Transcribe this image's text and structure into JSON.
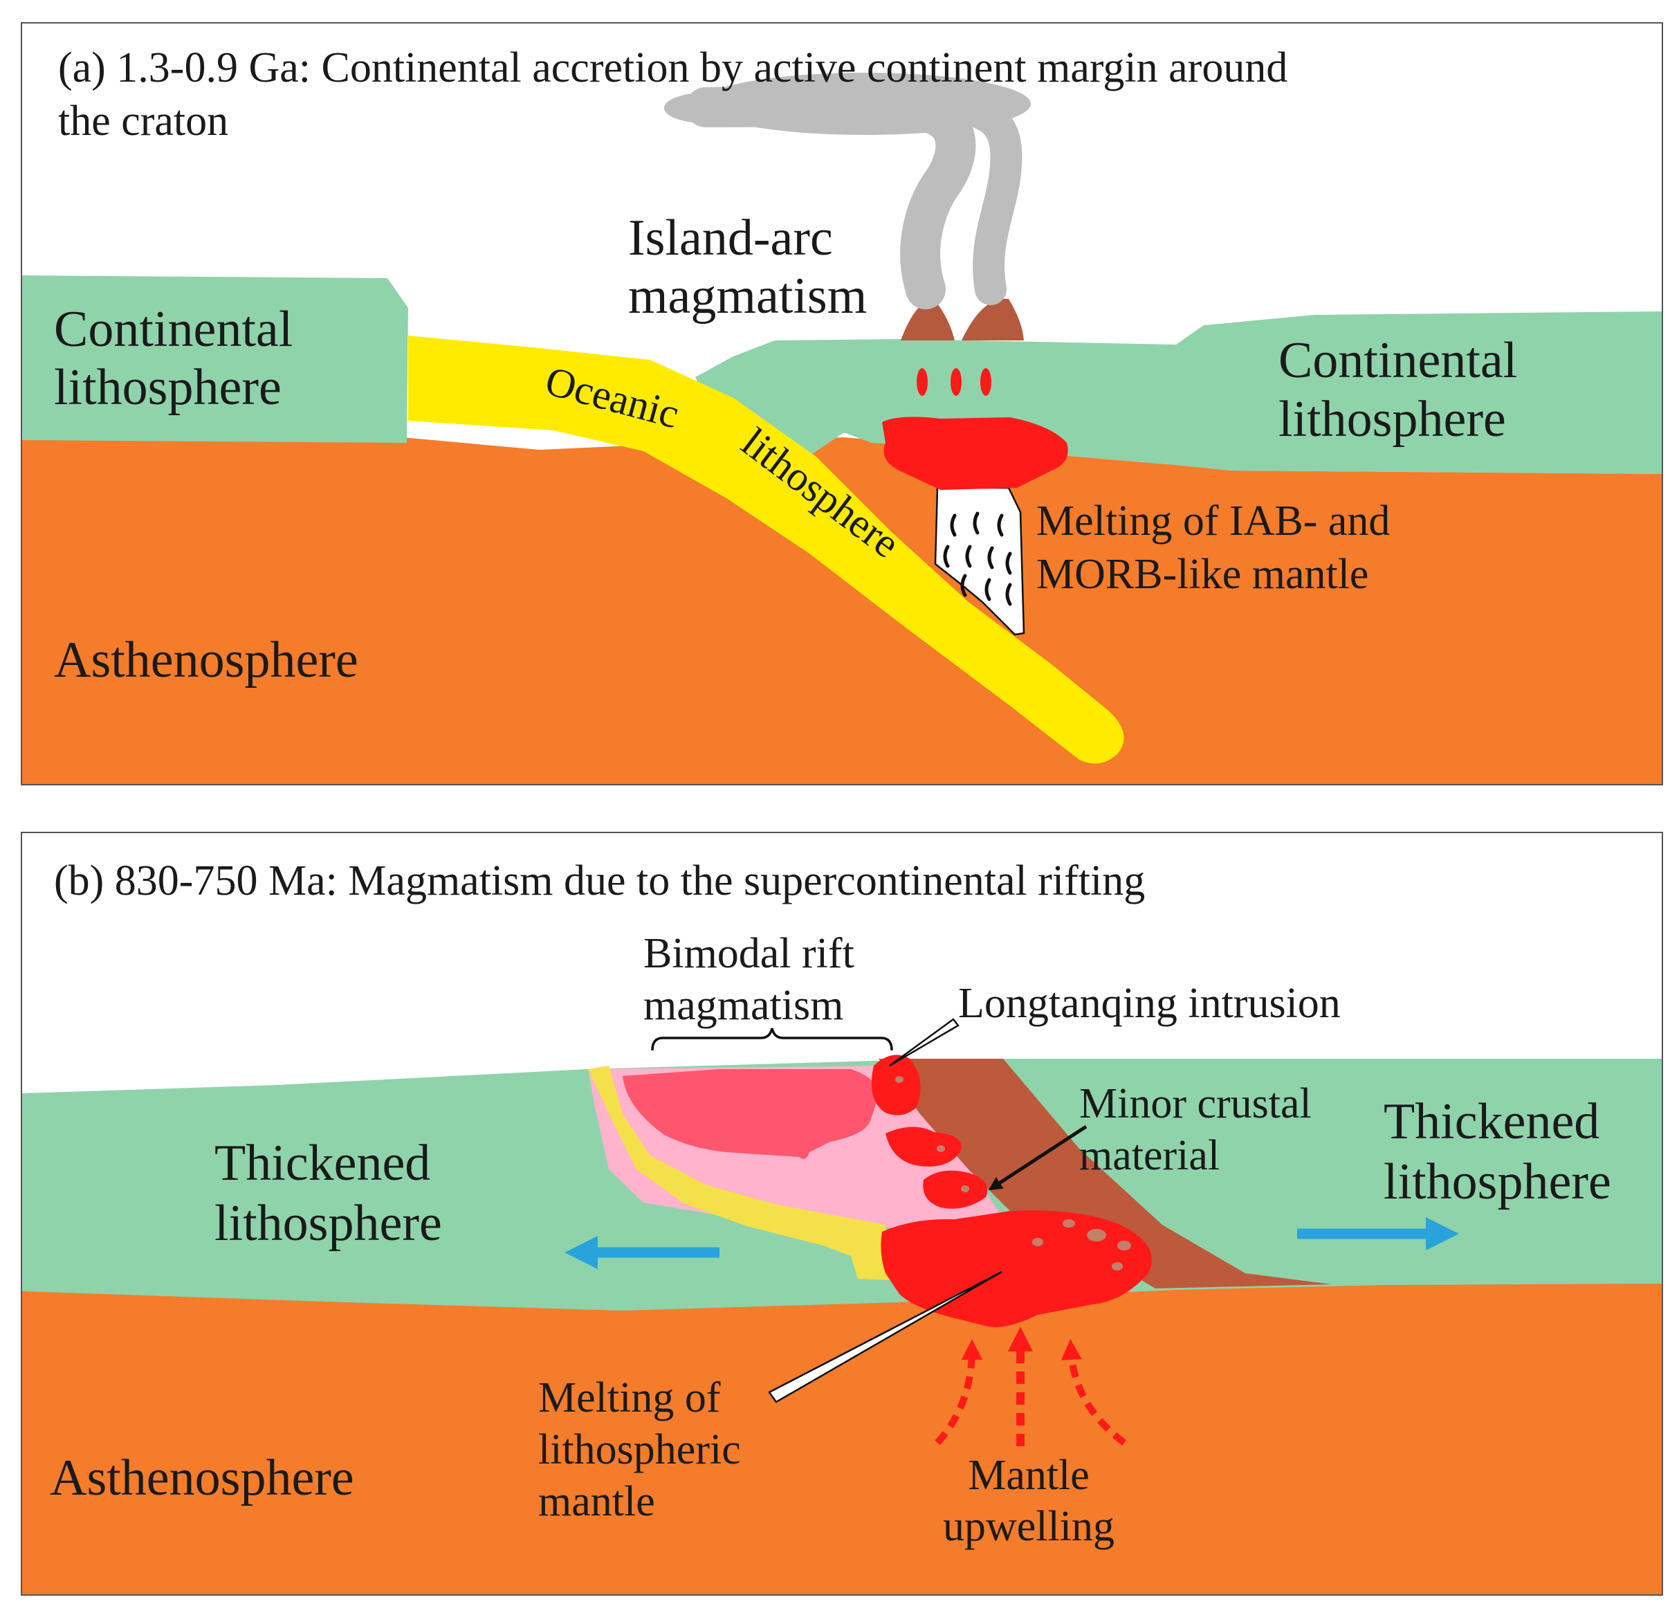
{
  "panel_a": {
    "title_line1": "(a) 1.3-0.9 Ga: Continental accretion by active continent margin around",
    "title_line2": "the craton",
    "arc_label_line1": "Island-arc",
    "arc_label_line2": "magmatism",
    "left_plate_line1": "Continental",
    "left_plate_line2": "lithosphere",
    "right_plate_line1": "Continental",
    "right_plate_line2": "lithosphere",
    "slab_word1": "Oceanic",
    "slab_word2": "lithosphere",
    "melting_line1": "Melting of IAB- and",
    "melting_line2": "MORB-like mantle",
    "asthenosphere": "Asthenosphere"
  },
  "panel_b": {
    "title": "(b) 830-750 Ma: Magmatism due to the supercontinental rifting",
    "bimodal_line1": "Bimodal rift",
    "bimodal_line2": "magmatism",
    "longtanqing": "Longtanqing intrusion",
    "crustal_line1": "Minor crustal",
    "crustal_line2": "material",
    "left_plate_line1": "Thickened",
    "left_plate_line2": "lithosphere",
    "right_plate_line1": "Thickened",
    "right_plate_line2": "lithosphere",
    "melt_line1": "Melting of",
    "melt_line2": "lithospheric",
    "melt_line3": "mantle",
    "upwelling_line1": "Mantle",
    "upwelling_line2": "upwelling",
    "asthenosphere": "Asthenosphere"
  },
  "colors": {
    "asthenosphere": "#f47c2a",
    "lithosphere": "#8fd3ab",
    "oceanic_slab": "#ffeb00",
    "magma": "#ff1a1a",
    "volcano": "#b55a3c",
    "ash_plume": "#bdbdbd",
    "rift_magma": "#ff5670",
    "rift_fill": "#ffb3cc",
    "crust_wedge": "#bd5a3c",
    "spreading_arrow": "#29a3dc"
  }
}
